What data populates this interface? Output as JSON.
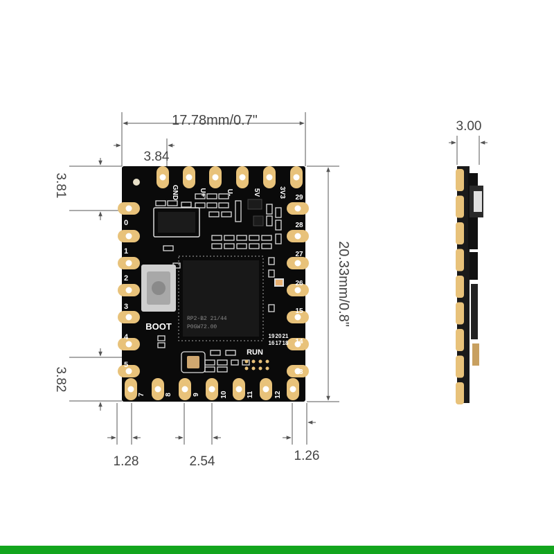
{
  "dimensions": {
    "width": "17.78mm/0.7\"",
    "height": "20.33mm/0.8\"",
    "left_pad_offset": "3.84",
    "top_pad_offset": "3.81",
    "bottom_pad_offset": "3.82",
    "left_edge": "1.28",
    "pitch": "2.54",
    "right_edge": "1.26",
    "thickness": "3.00"
  },
  "board": {
    "top_pins": [
      "GND",
      "U+",
      "U-",
      "5V",
      "3V3"
    ],
    "left_pins": [
      "0",
      "1",
      "2",
      "3",
      "4",
      "5"
    ],
    "bottom_pins": [
      "7",
      "8",
      "9",
      "10",
      "11",
      "12"
    ],
    "right_pins": [
      "29",
      "28",
      "27",
      "26",
      "15",
      "14",
      "13"
    ],
    "boot_label": "BOOT",
    "run_label": "RUN",
    "small_labels": [
      "16",
      "17",
      "18",
      "19",
      "20",
      "21"
    ],
    "chip_text": [
      "RP2-B2  21/44",
      "P0GW72.00"
    ]
  },
  "colors": {
    "board": "#0a0a0a",
    "pad": "#e8c27a",
    "pad_hole": "#ffffff",
    "accent_bar": "#13a51d",
    "dim_line": "#555555"
  }
}
